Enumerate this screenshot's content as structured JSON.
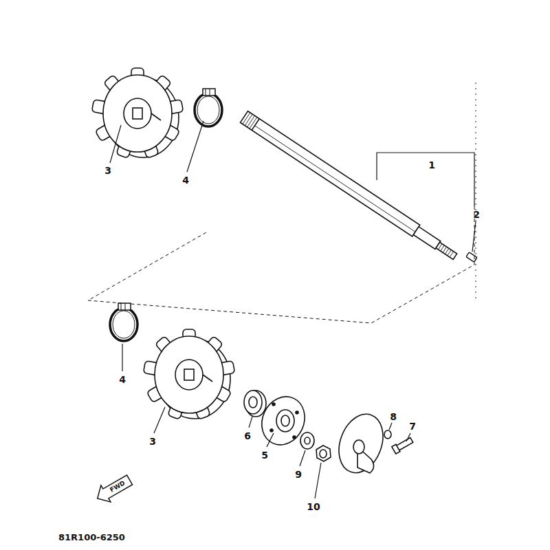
{
  "diagram": {
    "labels": [
      "3",
      "4",
      "1",
      "2",
      "4",
      "3",
      "6",
      "5",
      "9",
      "10",
      "8",
      "7",
      "FWD",
      "81R100-6250"
    ]
  }
}
